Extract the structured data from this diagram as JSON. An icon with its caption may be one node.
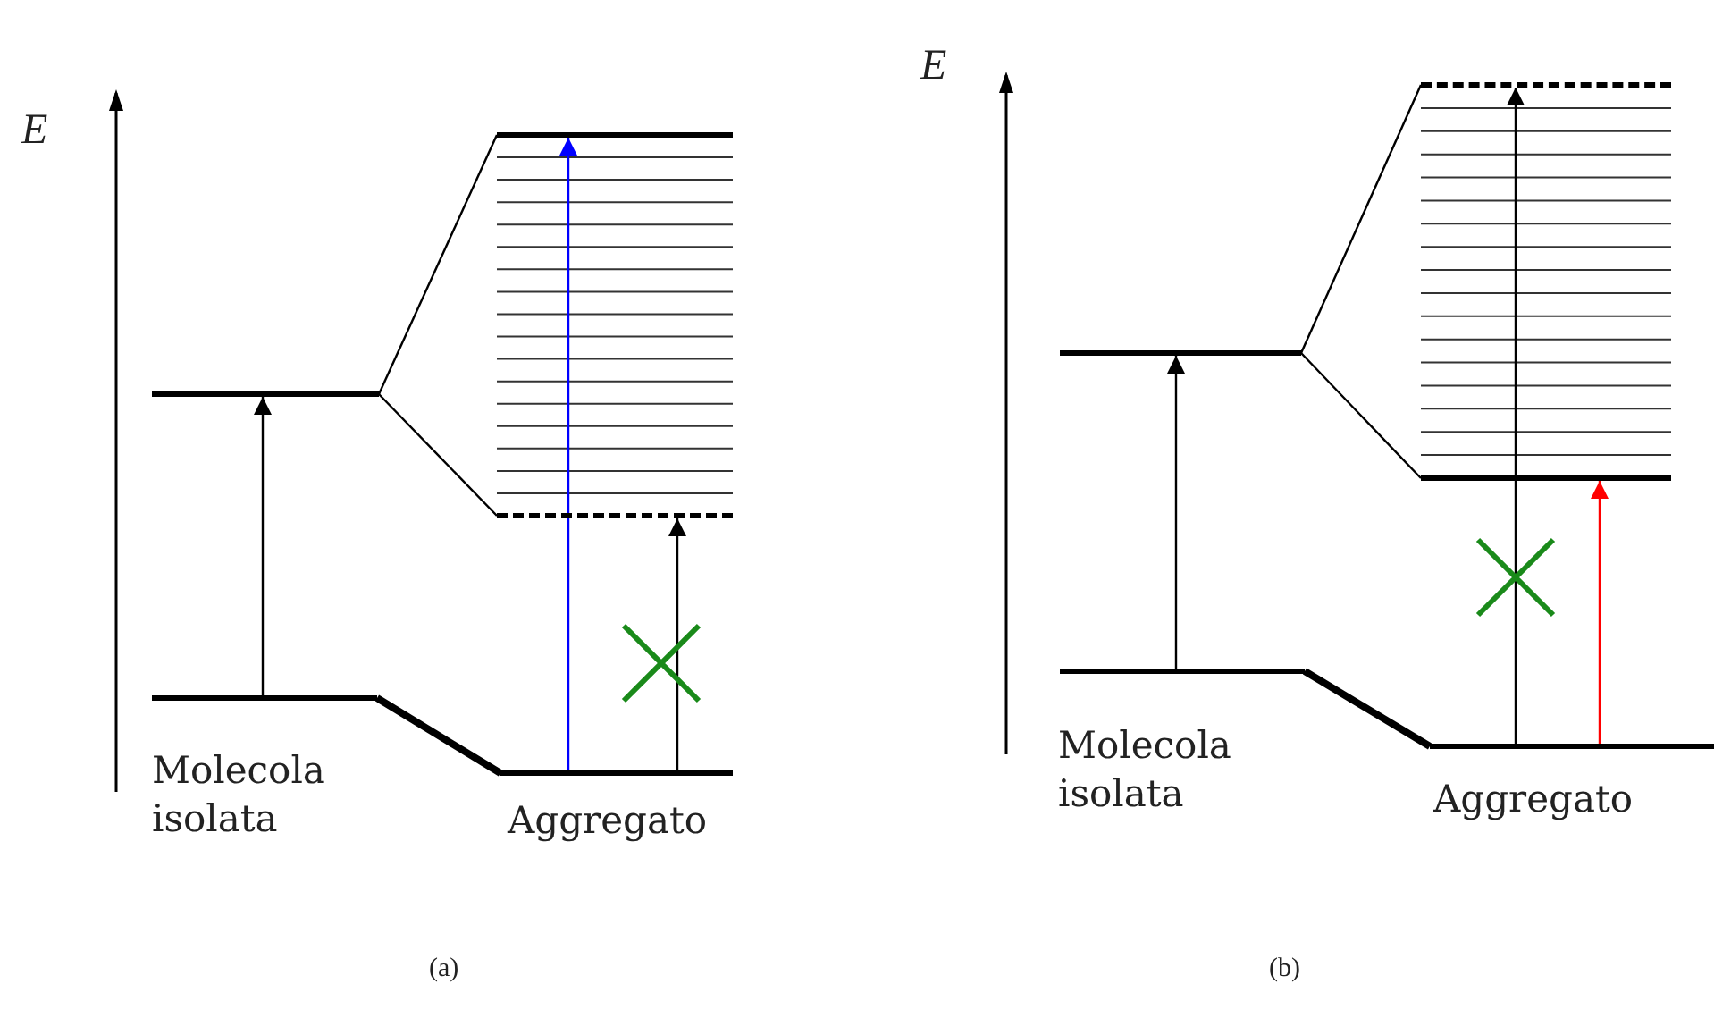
{
  "diagram": {
    "nodes": [
      {
        "text": [],
        "shape": "bar",
        "beside": [
          "Molecola isolata"
        ]
      },
      {
        "text": [],
        "shape": "bar"
      },
      {
        "text": [],
        "shape": "bar",
        "beside": [
          "Aggregato"
        ]
      },
      {
        "text": [],
        "shape": "bar"
      },
      {
        "text": [],
        "shape": "bar"
      },
      {
        "text": [],
        "shape": "bar",
        "beside": [
          "Molecola isolata"
        ]
      },
      {
        "text": [],
        "shape": "bar"
      },
      {
        "text": [],
        "shape": "bar",
        "beside": [
          "Aggregato"
        ]
      },
      {
        "text": [],
        "shape": "bar"
      },
      {
        "text": [],
        "shape": "bar"
      }
    ],
    "edges": [
      {
        "from": 0,
        "to": 1,
        "arrow": "to"
      },
      {
        "from": 2,
        "to": 3,
        "arrow": "to",
        "color": "#0000ff"
      },
      {
        "from": 2,
        "to": 4,
        "arrow": "to"
      },
      {
        "from": 1,
        "to": 3,
        "arrow": "none"
      },
      {
        "from": 1,
        "to": 4,
        "arrow": "none"
      },
      {
        "from": 0,
        "to": 2,
        "arrow": "none",
        "style": "thick"
      },
      {
        "from": 5,
        "to": 6,
        "arrow": "to"
      },
      {
        "from": 7,
        "to": 8,
        "arrow": "to"
      },
      {
        "from": 7,
        "to": 9,
        "arrow": "to",
        "color": "#ff0000"
      },
      {
        "from": 6,
        "to": 8,
        "arrow": "none"
      },
      {
        "from": 6,
        "to": 9,
        "arrow": "none"
      },
      {
        "from": 5,
        "to": 7,
        "arrow": "none",
        "style": "thick"
      }
    ],
    "labels": [
      "E",
      "(a)",
      "E",
      "(b)"
    ]
  }
}
